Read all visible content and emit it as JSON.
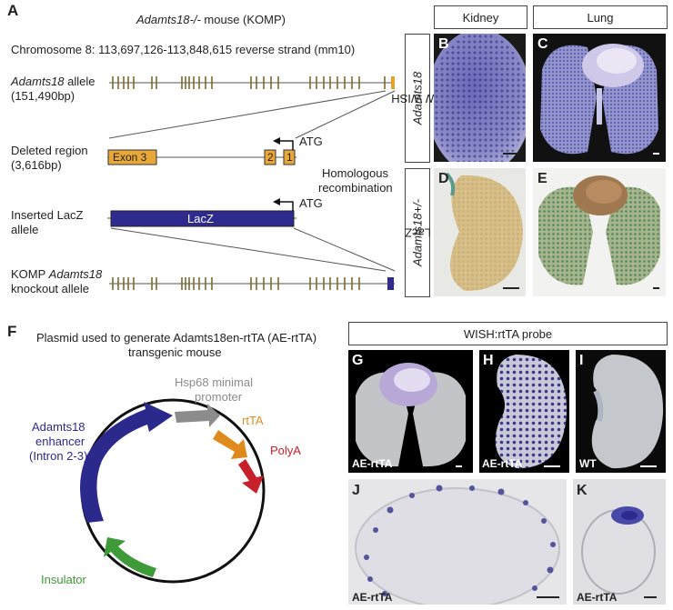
{
  "panelA": {
    "letter": "A",
    "title_italic": "Adamts18-/-",
    "title_rest": " mouse (KOMP)",
    "chromosome": "Chromosome 8: 113,697,126-113,848,615 reverse strand (mm10)",
    "allele_line1_italic": "Adamts18",
    "allele_line1_rest": " allele",
    "allele_line2": "(151,490bp)",
    "deleted_line1": "Deleted region",
    "deleted_line2": "(3,616bp)",
    "exon3": "Exon 3",
    "exon2": "2",
    "exon1": "1",
    "atg": "ATG",
    "homologous_1": "Homologous",
    "homologous_2": "recombination",
    "lacz_line1": "Inserted LacZ",
    "lacz_line2": "allele",
    "lacz_box": "LacZ",
    "ko_line1_rest": "KOMP ",
    "ko_line1_italic": "Adamts18",
    "ko_line2": "knockout allele"
  },
  "headers": {
    "kidney": "Kidney",
    "lung": "Lung",
    "sw_wish_prefix": "SW WISH ",
    "sw_wish_italic": "Adamts18",
    "lacz_prefix_italic": "Adamts18+/-",
    "lacz_suffix": " LacZ"
  },
  "panels": {
    "B": "B",
    "C": "C",
    "D": "D",
    "E": "E",
    "G": "G",
    "H": "H",
    "I": "I",
    "J": "J",
    "K": "K"
  },
  "panelF": {
    "letter": "F",
    "title1": "Plasmid used to generate Adamts18en-rtTA (AE-rtTA)",
    "title2": "transgenic mouse",
    "hsp1": "Hsp68 minimal",
    "hsp2": "promoter",
    "enh1": "Adamts18",
    "enh2": "enhancer",
    "enh3": "(Intron 2-3)",
    "rttA": "rtTA",
    "polyA": "PolyA",
    "insulator": "Insulator",
    "colors": {
      "enhancer": "#2b2a8c",
      "hsp": "#8c8c8c",
      "rttA": "#e08a1e",
      "polyA": "#c8202a",
      "insulator": "#3f9a3a"
    }
  },
  "wish": {
    "header_prefix": "WISH: ",
    "header_rest": "rtTA probe",
    "G_sub": "AE-rtTA",
    "H_sub": "AE-rtTA",
    "I_sub": "WT",
    "J_sub": "AE-rtTA",
    "K_sub": "AE-rtTA"
  }
}
